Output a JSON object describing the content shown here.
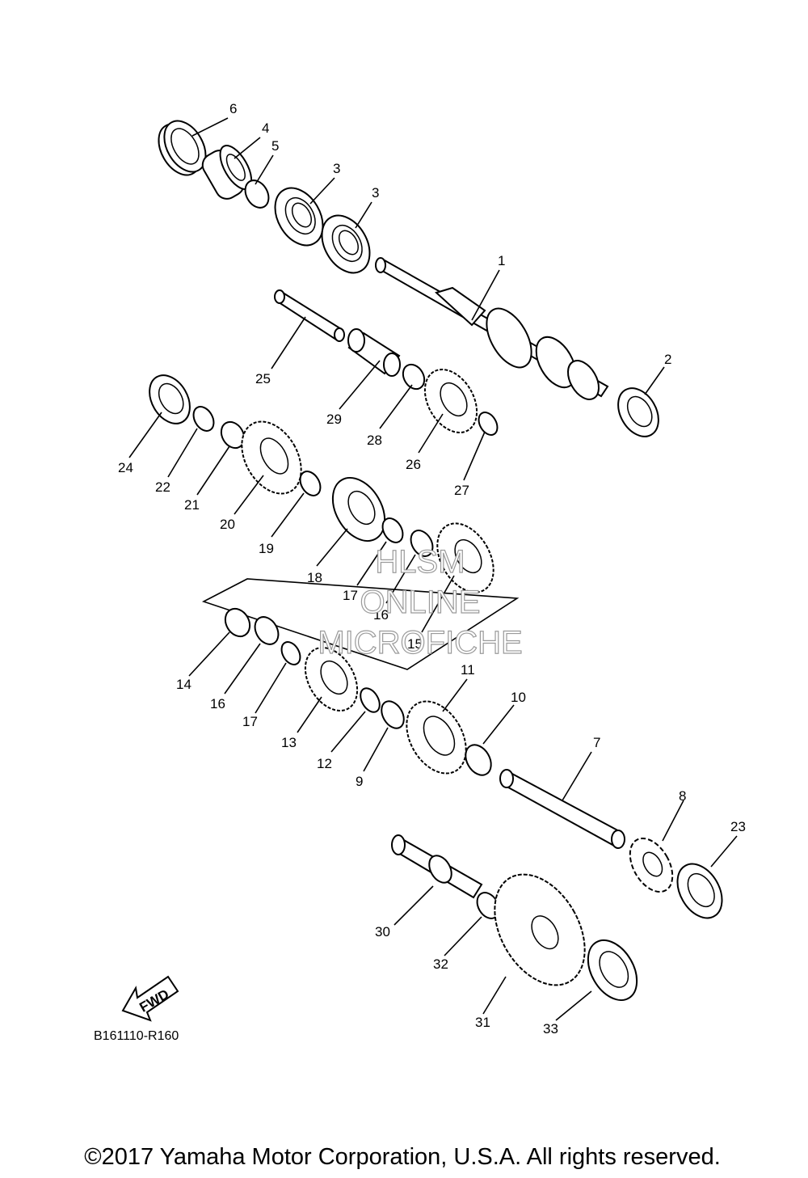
{
  "diagram_code": "B161110-R160",
  "fwd_label": "FWD",
  "watermark": {
    "line1": "HLSM",
    "line2": "ONLINE",
    "line3": "MICROFICHE"
  },
  "copyright": "©2017 Yamaha Motor Corporation, U.S.A. All rights reserved.",
  "callouts": [
    {
      "id": "c6",
      "label": "6"
    },
    {
      "id": "c4",
      "label": "4"
    },
    {
      "id": "c5",
      "label": "5"
    },
    {
      "id": "c3a",
      "label": "3"
    },
    {
      "id": "c3b",
      "label": "3"
    },
    {
      "id": "c1",
      "label": "1"
    },
    {
      "id": "c2",
      "label": "2"
    },
    {
      "id": "c25",
      "label": "25"
    },
    {
      "id": "c29",
      "label": "29"
    },
    {
      "id": "c28",
      "label": "28"
    },
    {
      "id": "c26",
      "label": "26"
    },
    {
      "id": "c27",
      "label": "27"
    },
    {
      "id": "c24",
      "label": "24"
    },
    {
      "id": "c22",
      "label": "22"
    },
    {
      "id": "c21",
      "label": "21"
    },
    {
      "id": "c20",
      "label": "20"
    },
    {
      "id": "c19",
      "label": "19"
    },
    {
      "id": "c18",
      "label": "18"
    },
    {
      "id": "c17a",
      "label": "17"
    },
    {
      "id": "c16a",
      "label": "16"
    },
    {
      "id": "c15",
      "label": "15"
    },
    {
      "id": "c14",
      "label": "14"
    },
    {
      "id": "c16b",
      "label": "16"
    },
    {
      "id": "c17b",
      "label": "17"
    },
    {
      "id": "c13",
      "label": "13"
    },
    {
      "id": "c12",
      "label": "12"
    },
    {
      "id": "c9",
      "label": "9"
    },
    {
      "id": "c11",
      "label": "11"
    },
    {
      "id": "c10",
      "label": "10"
    },
    {
      "id": "c7",
      "label": "7"
    },
    {
      "id": "c8",
      "label": "8"
    },
    {
      "id": "c23",
      "label": "23"
    },
    {
      "id": "c30",
      "label": "30"
    },
    {
      "id": "c32",
      "label": "32"
    },
    {
      "id": "c31",
      "label": "31"
    },
    {
      "id": "c33",
      "label": "33"
    }
  ]
}
